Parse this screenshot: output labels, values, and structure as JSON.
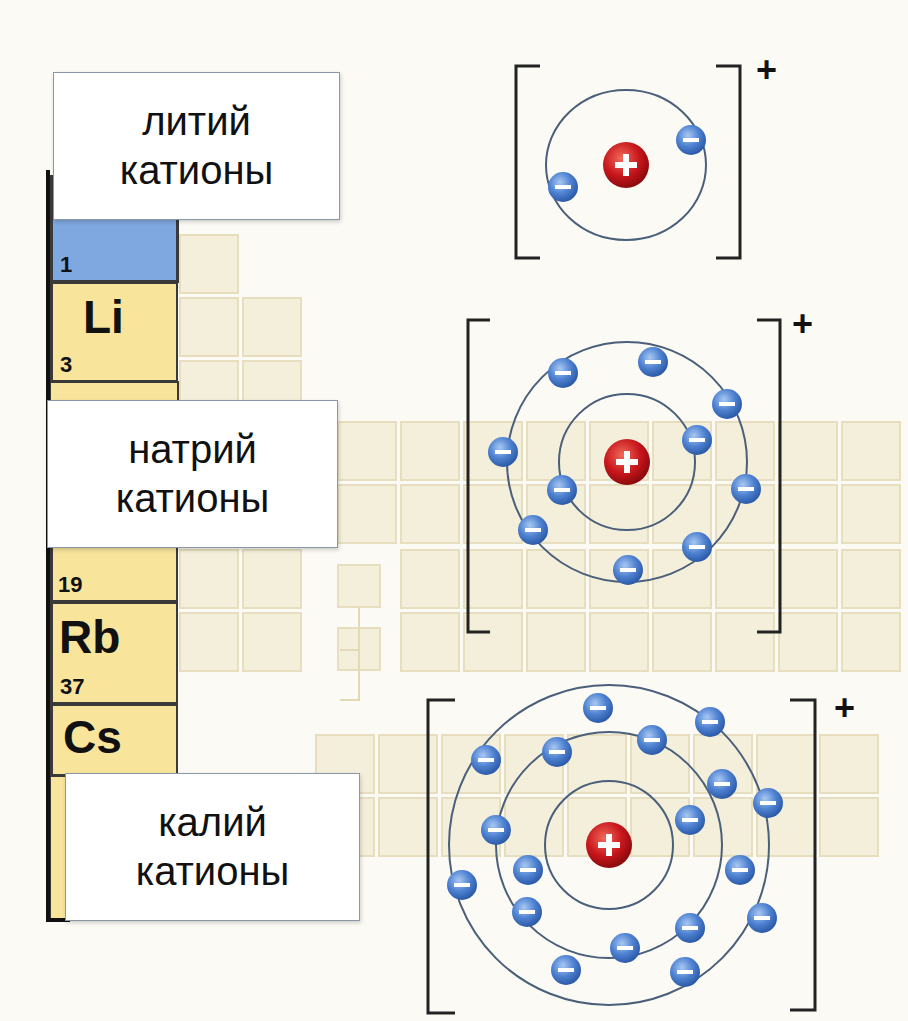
{
  "diagram": {
    "nodes": [
      {
        "text": [
          "литий катионы"
        ]
      },
      {
        "text": [
          "1"
        ]
      },
      {
        "text": [
          "Li",
          "3"
        ]
      },
      {
        "text": [
          "натрий катионы"
        ]
      },
      {
        "text": [
          "19"
        ]
      },
      {
        "text": [
          "Rb",
          "37"
        ]
      },
      {
        "text": [
          "Cs"
        ]
      },
      {
        "text": [
          "калий катионы"
        ]
      }
    ],
    "labels": [
      "+",
      "+",
      "+"
    ]
  }
}
